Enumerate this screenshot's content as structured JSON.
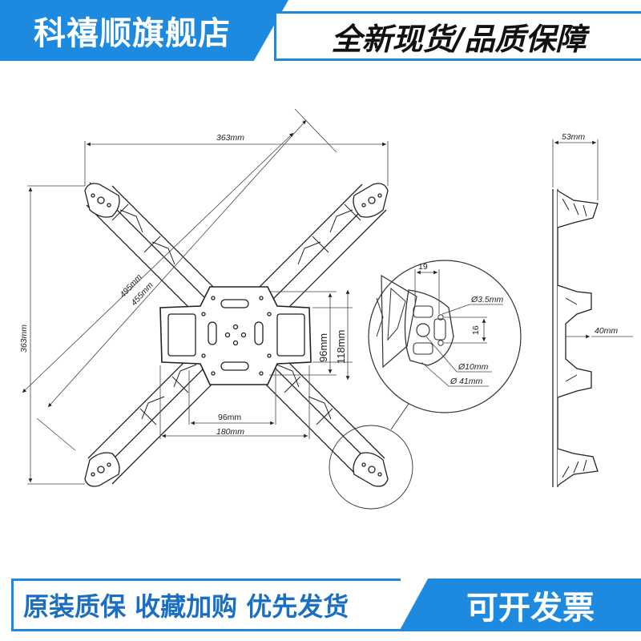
{
  "banners": {
    "top_left": "科禧顺旗舰店",
    "top_right": "全新现货/品质保障",
    "bottom_left": "原装质保 收藏加购 优先发货",
    "bottom_right": "可开发票"
  },
  "dimensions": {
    "top_width": "363mm",
    "left_height": "363mm",
    "diag_outer": "495mm",
    "diag_inner": "455mm",
    "plate_h_small": "96mm",
    "plate_h_large": "118mm",
    "plate_w_small": "96mm",
    "plate_w_large": "180mm",
    "side_top": "53mm",
    "side_mid": "40mm",
    "detail_19": "19",
    "detail_16": "16",
    "detail_hole": "Ø3.5mm",
    "detail_d10": "Ø10mm",
    "detail_d41": "Ø 41mm"
  },
  "colors": {
    "accent": "#1d8ae0",
    "line": "#222222"
  }
}
